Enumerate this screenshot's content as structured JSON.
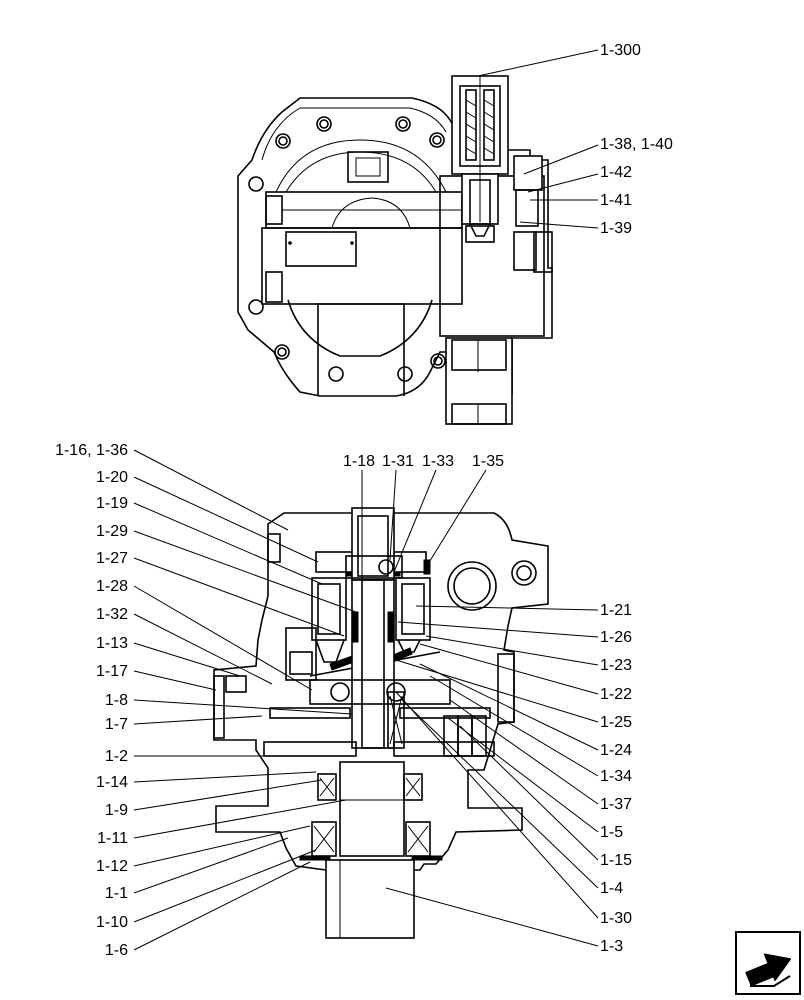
{
  "diagram": {
    "top_labels": {
      "l_1_300": "1-300",
      "l_1_38_40": "1-38, 1-40",
      "l_1_42": "1-42",
      "l_1_41": "1-41",
      "l_1_39": "1-39"
    },
    "section_top_labels": {
      "l_1_18": "1-18",
      "l_1_31": "1-31",
      "l_1_33": "1-33",
      "l_1_35": "1-35"
    },
    "left_labels": {
      "l_1_16_36": "1-16, 1-36",
      "l_1_20": "1-20",
      "l_1_19": "1-19",
      "l_1_29": "1-29",
      "l_1_27": "1-27",
      "l_1_28": "1-28",
      "l_1_32": "1-32",
      "l_1_13": "1-13",
      "l_1_17": "1-17",
      "l_1_8": "1-8",
      "l_1_7": "1-7",
      "l_1_2": "1-2",
      "l_1_14": "1-14",
      "l_1_9": "1-9",
      "l_1_11": "1-11",
      "l_1_12": "1-12",
      "l_1_1": "1-1",
      "l_1_10": "1-10",
      "l_1_6": "1-6"
    },
    "right_labels": {
      "l_1_21": "1-21",
      "l_1_26": "1-26",
      "l_1_23": "1-23",
      "l_1_22": "1-22",
      "l_1_25": "1-25",
      "l_1_24": "1-24",
      "l_1_34": "1-34",
      "l_1_37": "1-37",
      "l_1_5": "1-5",
      "l_1_15": "1-15",
      "l_1_4": "1-4",
      "l_1_30": "1-30",
      "l_1_3": "1-3"
    },
    "nav_icon": "next-page-arrow-icon"
  }
}
